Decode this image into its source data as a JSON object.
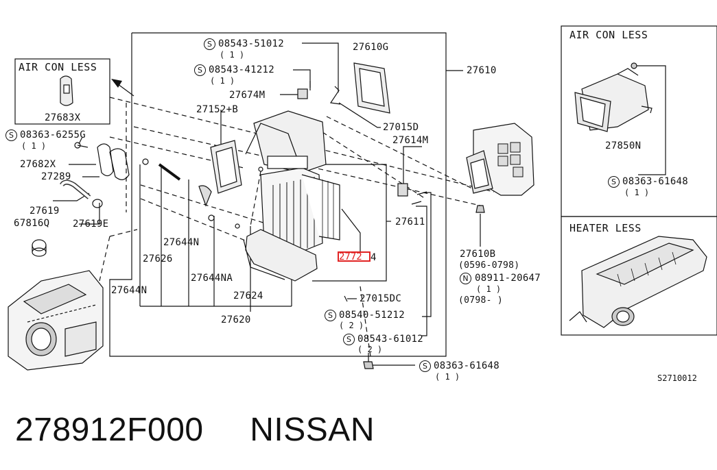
{
  "inset_boxes": {
    "air_con_less_left": {
      "title": "AIR CON LESS",
      "part": "27683X"
    },
    "air_con_less_right": {
      "title": "AIR CON LESS",
      "part": "27850N",
      "screw": "08363-61648",
      "screw_qty": "( 1 )"
    },
    "heater_less": {
      "title": "HEATER LESS"
    }
  },
  "callouts": {
    "s1": {
      "num": "08543-51012",
      "qty": "( 1 )"
    },
    "s2": {
      "num": "08543-41212",
      "qty": "( 1 )"
    },
    "s_left": {
      "num": "08363-6255G",
      "qty": "( 1 )"
    },
    "s3": {
      "num": "08540-51212",
      "qty": "( 2 )"
    },
    "s4": {
      "num": "08543-61012",
      "qty": "( 2 )"
    },
    "s5": {
      "num": "08363-61648",
      "qty": "( 1 )"
    },
    "n1": {
      "num": "08911-20647",
      "qty": "( 1 )",
      "range": "(0798-         )"
    }
  },
  "parts": {
    "p27610G": "27610G",
    "p27610": "27610",
    "p27674M": "27674M",
    "p27152B": "27152+B",
    "p27015D": "27015D",
    "p27614M": "27614M",
    "p27682X": "27682X",
    "p27289": "27289",
    "p27619": "27619",
    "p67816Q": "67816Q",
    "p27619E": "27619E",
    "p27611": "27611",
    "p27644N_a": "27644N",
    "p27626": "27626",
    "p27644NA": "27644NA",
    "p27644N_b": "27644N",
    "p27624": "27624",
    "p27620": "27620",
    "p27015DC": "27015DC",
    "p27610B": "27610B",
    "p27610B_range": "(0596-0798)",
    "p2772x_rest": "4"
  },
  "highlighted_part": "2772",
  "symbols": {
    "s": "S",
    "n": "N"
  },
  "drawing_code": "S2710012",
  "footer": {
    "part_number": "278912F000",
    "brand": "NISSAN"
  },
  "colors": {
    "ink": "#111111",
    "highlight": "#e12222",
    "background": "#ffffff"
  }
}
